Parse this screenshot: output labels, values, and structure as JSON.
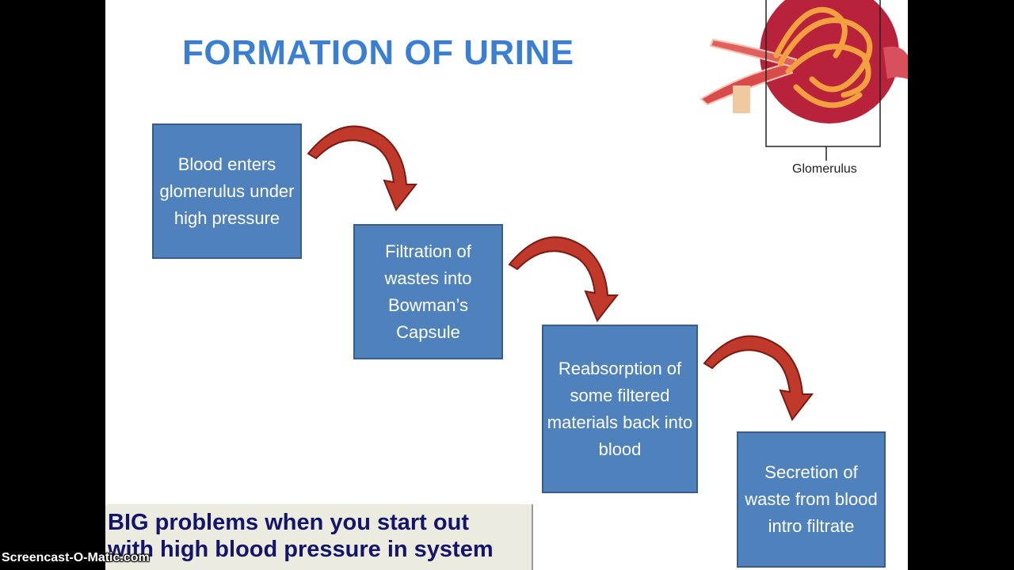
{
  "slide": {
    "title": "FORMATION OF URINE",
    "steps": [
      "Blood enters glomerulus under high pressure",
      "Filtration of wastes  into Bowman’s Capsule",
      "Reabsorption of some filtered materials back into blood",
      "Secretion of waste from blood intro filtrate"
    ],
    "diagram_label": "Glomerulus",
    "caption_line1": "BIG problems when you start out",
    "caption_line2": "with high blood pressure in system"
  },
  "watermark": "Screencast-O-Matic.com",
  "colors": {
    "title": "#3b7fd3",
    "box": "#4f81bd",
    "arrow": "#c0392b",
    "caption_text": "#14146a"
  }
}
